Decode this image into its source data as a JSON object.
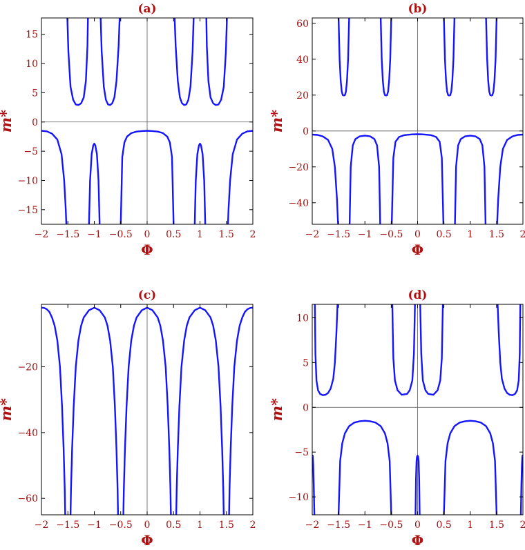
{
  "colors": {
    "curve": "#1414ff",
    "text": "#b01010",
    "frame": "#000000"
  },
  "chart_data": [
    {
      "type": "line",
      "title": "(a)",
      "xlabel": "Φ",
      "ylabel": "m*",
      "xlim": [
        -2,
        2
      ],
      "ylim": [
        -17.5,
        17.8
      ],
      "xticks": [
        -2,
        -1.5,
        -1,
        -0.5,
        0,
        0.5,
        1,
        1.5,
        2
      ],
      "xtick_labels": [
        "−2",
        "−1.5",
        "−1",
        "−0.5",
        "0",
        "0.5",
        "1",
        "1.5",
        "2"
      ],
      "yticks": [
        -15,
        -10,
        -5,
        0,
        5,
        10,
        15
      ],
      "ytick_labels": [
        "−15",
        "−10",
        "−5",
        "0",
        "5",
        "10",
        "15"
      ],
      "series": [
        {
          "x": [
            -2,
            -1.9,
            -1.8,
            -1.7,
            -1.62,
            -1.57,
            -1.54,
            -1.53
          ],
          "y": [
            -1.5,
            -1.6,
            -2.0,
            -3.0,
            -5.5,
            -10,
            -15,
            -17.5
          ]
        },
        {
          "x": [
            -1.51,
            -1.49,
            -1.45,
            -1.4,
            -1.35,
            -1.3,
            -1.25,
            -1.2,
            -1.16,
            -1.13,
            -1.12
          ],
          "y": [
            17.8,
            12,
            6,
            3.8,
            3.0,
            2.9,
            3.2,
            4.2,
            7,
            13,
            17.8
          ]
        },
        {
          "x": [
            -1.1,
            -1.08,
            -1.05,
            -1.02,
            -1.0,
            -0.98,
            -0.95,
            -0.92,
            -0.9
          ],
          "y": [
            -17.5,
            -10,
            -5.5,
            -4.0,
            -3.7,
            -4.0,
            -5.5,
            -10,
            -17.5
          ]
        },
        {
          "x": [
            -0.88,
            -0.86,
            -0.82,
            -0.78,
            -0.74,
            -0.7,
            -0.66,
            -0.62,
            -0.58,
            -0.54,
            -0.52
          ],
          "y": [
            17.8,
            12,
            6,
            3.8,
            3.0,
            2.9,
            3.2,
            4.2,
            7,
            13,
            17.8
          ]
        },
        {
          "x": [
            -0.5,
            -0.47,
            -0.43,
            -0.38,
            -0.3,
            -0.2,
            -0.1,
            0,
            0.1,
            0.2,
            0.3,
            0.38,
            0.43,
            0.47,
            0.5
          ],
          "y": [
            -17.5,
            -6,
            -3.5,
            -2.5,
            -1.9,
            -1.65,
            -1.55,
            -1.5,
            -1.55,
            -1.65,
            -1.9,
            -2.5,
            -3.5,
            -6,
            -17.5
          ]
        },
        {
          "x": [
            0.52,
            0.54,
            0.58,
            0.62,
            0.66,
            0.7,
            0.74,
            0.78,
            0.82,
            0.86,
            0.88
          ],
          "y": [
            17.8,
            13,
            7,
            4.2,
            3.2,
            2.9,
            3.0,
            3.8,
            6,
            12,
            17.8
          ]
        },
        {
          "x": [
            0.9,
            0.92,
            0.95,
            0.98,
            1.0,
            1.02,
            1.05,
            1.08,
            1.1
          ],
          "y": [
            -17.5,
            -10,
            -5.5,
            -4.0,
            -3.7,
            -4.0,
            -5.5,
            -10,
            -17.5
          ]
        },
        {
          "x": [
            1.12,
            1.13,
            1.16,
            1.2,
            1.25,
            1.3,
            1.35,
            1.4,
            1.45,
            1.49,
            1.51
          ],
          "y": [
            17.8,
            13,
            7,
            4.2,
            3.2,
            2.9,
            3.0,
            3.8,
            6,
            12,
            17.8
          ]
        },
        {
          "x": [
            1.53,
            1.54,
            1.57,
            1.62,
            1.7,
            1.8,
            1.9,
            2
          ],
          "y": [
            -17.5,
            -15,
            -10,
            -5.5,
            -3.0,
            -2.0,
            -1.6,
            -1.5
          ]
        }
      ]
    },
    {
      "type": "line",
      "title": "(b)",
      "xlabel": "Φ",
      "ylabel": "m*",
      "xlim": [
        -2,
        2
      ],
      "ylim": [
        -52,
        63
      ],
      "xticks": [
        -2,
        -1.5,
        -1,
        -0.5,
        0,
        0.5,
        1,
        1.5,
        2
      ],
      "xtick_labels": [
        "−2",
        "−1.5",
        "−1",
        "−0.5",
        "0",
        "0.5",
        "1",
        "1.5",
        "2"
      ],
      "yticks": [
        -40,
        -20,
        0,
        20,
        40,
        60
      ],
      "ytick_labels": [
        "−40",
        "−20",
        "0",
        "20",
        "40",
        "60"
      ],
      "series": [
        {
          "x": [
            -2,
            -1.9,
            -1.8,
            -1.7,
            -1.62,
            -1.57,
            -1.53,
            -1.51
          ],
          "y": [
            -2,
            -2.2,
            -3,
            -5,
            -10,
            -20,
            -38,
            -52
          ]
        },
        {
          "x": [
            -1.5,
            -1.48,
            -1.46,
            -1.44,
            -1.42,
            -1.4,
            -1.38,
            -1.36,
            -1.34,
            -1.32,
            -1.3
          ],
          "y": [
            63,
            40,
            28,
            22,
            20,
            19.8,
            20,
            22,
            28,
            40,
            63
          ]
        },
        {
          "x": [
            -1.29,
            -1.27,
            -1.23,
            -1.18,
            -1.1,
            -1.0,
            -0.9,
            -0.82,
            -0.77,
            -0.73,
            -0.71
          ],
          "y": [
            -52,
            -20,
            -8,
            -4.5,
            -3,
            -2.6,
            -3,
            -4.5,
            -8,
            -20,
            -52
          ]
        },
        {
          "x": [
            -0.7,
            -0.68,
            -0.66,
            -0.64,
            -0.62,
            -0.6,
            -0.58,
            -0.56,
            -0.54,
            -0.52,
            -0.5
          ],
          "y": [
            63,
            40,
            28,
            22,
            20,
            19.8,
            20,
            22,
            28,
            40,
            63
          ]
        },
        {
          "x": [
            -0.49,
            -0.46,
            -0.42,
            -0.35,
            -0.25,
            -0.1,
            0,
            0.1,
            0.25,
            0.35,
            0.42,
            0.46,
            0.49
          ],
          "y": [
            -52,
            -15,
            -6,
            -3.3,
            -2.3,
            -1.9,
            -1.8,
            -1.9,
            -2.3,
            -3.3,
            -6,
            -15,
            -52
          ]
        },
        {
          "x": [
            0.5,
            0.52,
            0.54,
            0.56,
            0.58,
            0.6,
            0.62,
            0.64,
            0.66,
            0.68,
            0.7
          ],
          "y": [
            63,
            40,
            28,
            22,
            20,
            19.8,
            20,
            22,
            28,
            40,
            63
          ]
        },
        {
          "x": [
            0.71,
            0.73,
            0.77,
            0.82,
            0.9,
            1.0,
            1.1,
            1.18,
            1.23,
            1.27,
            1.29
          ],
          "y": [
            -52,
            -20,
            -8,
            -4.5,
            -3,
            -2.6,
            -3,
            -4.5,
            -8,
            -20,
            -52
          ]
        },
        {
          "x": [
            1.3,
            1.32,
            1.34,
            1.36,
            1.38,
            1.4,
            1.42,
            1.44,
            1.46,
            1.48,
            1.5
          ],
          "y": [
            63,
            40,
            28,
            22,
            20,
            19.8,
            20,
            22,
            28,
            40,
            63
          ]
        },
        {
          "x": [
            1.51,
            1.53,
            1.57,
            1.62,
            1.7,
            1.8,
            1.9,
            2
          ],
          "y": [
            -52,
            -38,
            -20,
            -10,
            -5,
            -3,
            -2.2,
            -2
          ]
        }
      ]
    },
    {
      "type": "line",
      "title": "(c)",
      "xlabel": "Φ",
      "ylabel": "m*",
      "xlim": [
        -2,
        2
      ],
      "ylim": [
        -65,
        -1
      ],
      "xticks": [
        -2,
        -1.5,
        -1,
        -0.5,
        0,
        0.5,
        1,
        1.5,
        2
      ],
      "xtick_labels": [
        "−2",
        "−1.5",
        "−1",
        "−0.5",
        "0",
        "0.5",
        "1",
        "1.5",
        "2"
      ],
      "yticks": [
        -60,
        -40,
        -20
      ],
      "ytick_labels": [
        "−60",
        "−40",
        "−20"
      ],
      "series": [
        {
          "x": [
            -2,
            -1.95,
            -1.9,
            -1.85,
            -1.8,
            -1.75,
            -1.7,
            -1.65,
            -1.61,
            -1.58,
            -1.56,
            -1.55
          ],
          "y": [
            -2,
            -2.1,
            -2.5,
            -3.3,
            -5,
            -7.5,
            -12,
            -20,
            -32,
            -45,
            -57,
            -65
          ]
        },
        {
          "x": [
            -1.45,
            -1.44,
            -1.42,
            -1.39,
            -1.35,
            -1.3,
            -1.25,
            -1.2,
            -1.1,
            -1,
            -0.9,
            -0.8,
            -0.75,
            -0.7,
            -0.65,
            -0.61,
            -0.58,
            -0.56,
            -0.55
          ],
          "y": [
            -65,
            -57,
            -45,
            -32,
            -20,
            -12,
            -7.5,
            -5,
            -2.8,
            -2,
            -2.8,
            -5,
            -7.5,
            -12,
            -20,
            -32,
            -45,
            -57,
            -65
          ]
        },
        {
          "x": [
            -0.45,
            -0.44,
            -0.42,
            -0.39,
            -0.35,
            -0.3,
            -0.25,
            -0.2,
            -0.1,
            0,
            0.1,
            0.2,
            0.25,
            0.3,
            0.35,
            0.39,
            0.42,
            0.44,
            0.45
          ],
          "y": [
            -65,
            -57,
            -45,
            -32,
            -20,
            -12,
            -7.5,
            -5,
            -2.8,
            -2,
            -2.8,
            -5,
            -7.5,
            -12,
            -20,
            -32,
            -45,
            -57,
            -65
          ]
        },
        {
          "x": [
            0.55,
            0.56,
            0.58,
            0.61,
            0.65,
            0.7,
            0.75,
            0.8,
            0.9,
            1,
            1.1,
            1.2,
            1.25,
            1.3,
            1.35,
            1.39,
            1.42,
            1.44,
            1.45
          ],
          "y": [
            -65,
            -57,
            -45,
            -32,
            -20,
            -12,
            -7.5,
            -5,
            -2.8,
            -2,
            -2.8,
            -5,
            -7.5,
            -12,
            -20,
            -32,
            -45,
            -57,
            -65
          ]
        },
        {
          "x": [
            1.55,
            1.56,
            1.58,
            1.61,
            1.65,
            1.7,
            1.75,
            1.8,
            1.85,
            1.9,
            1.95,
            2
          ],
          "y": [
            -65,
            -57,
            -45,
            -32,
            -20,
            -12,
            -7.5,
            -5,
            -3.3,
            -2.5,
            -2.1,
            -2
          ]
        }
      ]
    },
    {
      "type": "line",
      "title": "(d)",
      "xlabel": "Φ",
      "ylabel": "m*",
      "xlim": [
        -2,
        2
      ],
      "ylim": [
        -12,
        11.5
      ],
      "xticks": [
        -2,
        -1.5,
        -1,
        -0.5,
        0,
        0.5,
        1,
        1.5,
        2
      ],
      "xtick_labels": [
        "−2",
        "−1.5",
        "−1",
        "−0.5",
        "0",
        "0.5",
        "1",
        "1.5",
        "2"
      ],
      "yticks": [
        -10,
        -5,
        0,
        5,
        10
      ],
      "ytick_labels": [
        "−10",
        "−5",
        "0",
        "5",
        "10"
      ],
      "series": [
        {
          "x": [
            -2,
            -1.99,
            -1.98,
            -1.97,
            -1.96
          ],
          "y": [
            -5.5,
            -5.4,
            -6.5,
            -9,
            -12
          ]
        },
        {
          "x": [
            -1.95,
            -1.94,
            -1.92,
            -1.89,
            -1.85,
            -1.8,
            -1.75,
            -1.7,
            -1.65,
            -1.6,
            -1.57,
            -1.54,
            -1.52
          ],
          "y": [
            11.5,
            6,
            3,
            1.9,
            1.5,
            1.35,
            1.4,
            1.6,
            2.1,
            3.2,
            5,
            8.5,
            11.5
          ]
        },
        {
          "x": [
            -1.5,
            -1.47,
            -1.43,
            -1.38,
            -1.3,
            -1.2,
            -1.1,
            -1.0,
            -0.9,
            -0.8,
            -0.7,
            -0.62,
            -0.57,
            -0.53,
            -0.5
          ],
          "y": [
            -12,
            -6,
            -4,
            -2.9,
            -2.1,
            -1.7,
            -1.55,
            -1.5,
            -1.55,
            -1.7,
            -2.1,
            -2.9,
            -4,
            -6,
            -12
          ]
        },
        {
          "x": [
            -0.48,
            -0.46,
            -0.43,
            -0.38,
            -0.3,
            -0.2,
            -0.15,
            -0.1,
            -0.07,
            -0.05
          ],
          "y": [
            11.5,
            5.5,
            3,
            1.9,
            1.4,
            1.5,
            1.9,
            3,
            6,
            11.5
          ]
        },
        {
          "x": [
            -0.04,
            -0.03,
            -0.02,
            -0.01,
            0,
            0.01,
            0.02,
            0.03,
            0.04
          ],
          "y": [
            -12,
            -8,
            -6,
            -5.5,
            -5.4,
            -5.5,
            -6,
            -8,
            -12
          ]
        },
        {
          "x": [
            0.05,
            0.07,
            0.1,
            0.15,
            0.2,
            0.3,
            0.38,
            0.43,
            0.46,
            0.48
          ],
          "y": [
            11.5,
            6,
            3,
            1.9,
            1.5,
            1.4,
            1.9,
            3,
            5.5,
            11.5
          ]
        },
        {
          "x": [
            0.5,
            0.53,
            0.57,
            0.62,
            0.7,
            0.8,
            0.9,
            1.0,
            1.1,
            1.2,
            1.3,
            1.38,
            1.43,
            1.47,
            1.5
          ],
          "y": [
            -12,
            -6,
            -4,
            -2.9,
            -2.1,
            -1.7,
            -1.55,
            -1.5,
            -1.55,
            -1.7,
            -2.1,
            -2.9,
            -4,
            -6,
            -12
          ]
        },
        {
          "x": [
            1.52,
            1.54,
            1.57,
            1.6,
            1.65,
            1.7,
            1.75,
            1.8,
            1.85,
            1.89,
            1.92,
            1.94,
            1.95
          ],
          "y": [
            11.5,
            8.5,
            5,
            3.2,
            2.1,
            1.6,
            1.4,
            1.35,
            1.5,
            1.9,
            3,
            6,
            11.5
          ]
        },
        {
          "x": [
            1.96,
            1.97,
            1.98,
            1.99,
            2
          ],
          "y": [
            -12,
            -9,
            -6.5,
            -5.4,
            -5.5
          ]
        }
      ]
    }
  ]
}
